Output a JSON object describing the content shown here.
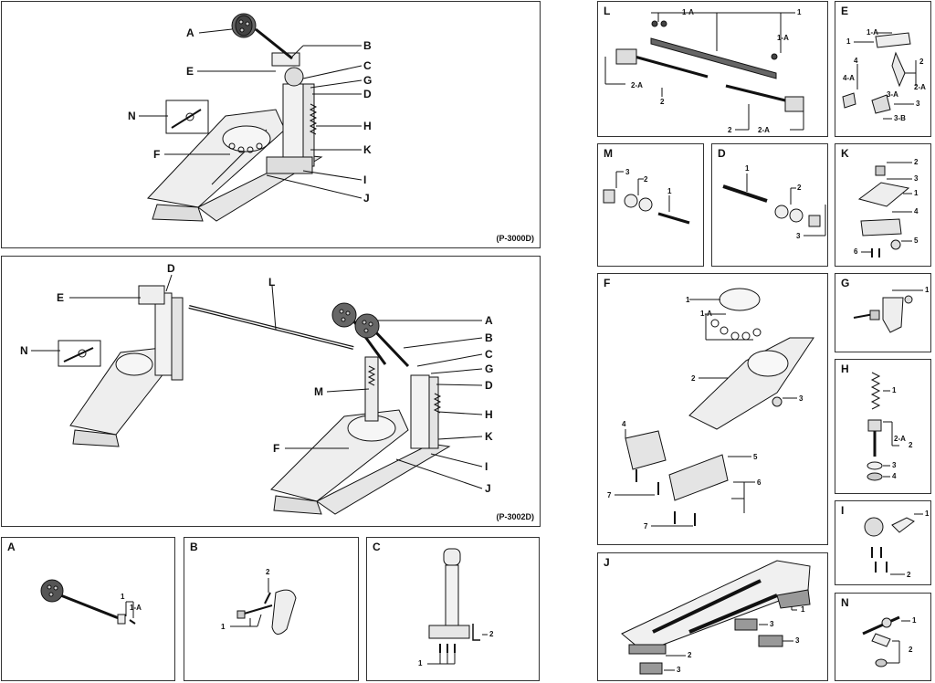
{
  "models": {
    "single": "(P-3000D)",
    "double": "(P-3002D)"
  },
  "single_labels": {
    "A": "A",
    "B": "B",
    "E": "E",
    "C": "C",
    "G": "G",
    "D": "D",
    "N": "N",
    "H": "H",
    "F": "F",
    "K": "K",
    "I": "I",
    "J": "J"
  },
  "double_labels": {
    "D": "D",
    "E": "E",
    "L": "L",
    "N": "N",
    "A": "A",
    "B": "B",
    "C": "C",
    "M": "M",
    "G": "G",
    "D2": "D",
    "H": "H",
    "F": "F",
    "K": "K",
    "I": "I",
    "J": "J"
  },
  "panels": {
    "A": {
      "title": "A",
      "parts": [
        "1",
        "1-A"
      ]
    },
    "B": {
      "title": "B",
      "parts": [
        "2",
        "1"
      ]
    },
    "C": {
      "title": "C",
      "parts": [
        "2",
        "1"
      ]
    },
    "L": {
      "title": "L",
      "parts": [
        "1-A",
        "1",
        "1-A",
        "2-A",
        "2",
        "2",
        "2-A"
      ]
    },
    "E": {
      "title": "E",
      "parts": [
        "1-A",
        "1",
        "4",
        "4-A",
        "2",
        "2-A",
        "3-A",
        "3",
        "3-B"
      ]
    },
    "M": {
      "title": "M",
      "parts": [
        "3",
        "2",
        "1"
      ]
    },
    "D": {
      "title": "D",
      "parts": [
        "1",
        "2",
        "3"
      ]
    },
    "K": {
      "title": "K",
      "parts": [
        "2",
        "3",
        "1",
        "4",
        "5",
        "6"
      ]
    },
    "F": {
      "title": "F",
      "parts": [
        "1",
        "1-A",
        "2",
        "3",
        "4",
        "5",
        "6",
        "7",
        "7"
      ]
    },
    "G": {
      "title": "G",
      "parts": [
        "1"
      ]
    },
    "H": {
      "title": "H",
      "parts": [
        "1",
        "2-A",
        "2",
        "3",
        "4"
      ]
    },
    "I": {
      "title": "I",
      "parts": [
        "1",
        "2"
      ]
    },
    "J": {
      "title": "J",
      "parts": [
        "1",
        "3",
        "3",
        "2",
        "3"
      ]
    },
    "N": {
      "title": "N",
      "parts": [
        "1",
        "2"
      ]
    }
  }
}
